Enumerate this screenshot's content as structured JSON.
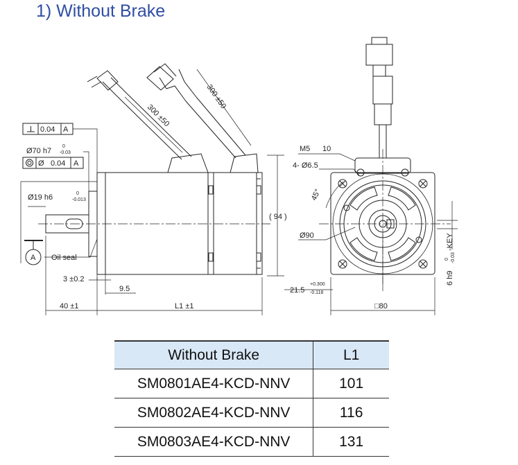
{
  "title": "1) Without Brake",
  "drawing": {
    "cable_len_1": "300 ±50",
    "cable_len_2": "300 ±50",
    "perp_value": "0.04",
    "datum_a": "A",
    "pilot_dia": "Ø70 h7",
    "pilot_tol_top": "0",
    "pilot_tol_bot": "-0.03",
    "conc_sym": "Ø",
    "conc_value": "0.04",
    "shaft_dia": "Ø19 h6",
    "shaft_tol_top": "0",
    "shaft_tol_bot": "-0.013",
    "datum_circle": "A",
    "oil_seal": "Oil seal",
    "flange_thk": "3 ±0.2",
    "spigot": "9.5",
    "shaft_len": "40 ±1",
    "body_len": "L1 ±1",
    "height": "( 94 )",
    "tap": "M5",
    "tap_depth": "10",
    "holes": "4- Ø6.5",
    "angle": "45°",
    "pcd": "Ø90",
    "key_height": "21.5",
    "key_tol_top": "+0.300",
    "key_tol_bot": "-0.118",
    "key_width": "6 h9",
    "key_w_tol_top": "0",
    "key_w_tol_bot": "-0.03",
    "key_suffix": "-KEY",
    "square": "□80"
  },
  "table": {
    "headers": [
      "Without Brake",
      "L1"
    ],
    "rows": [
      {
        "model": "SM0801AE4-KCD-NNV",
        "l1": "101"
      },
      {
        "model": "SM0802AE4-KCD-NNV",
        "l1": "116"
      },
      {
        "model": "SM0803AE4-KCD-NNV",
        "l1": "131"
      }
    ]
  }
}
